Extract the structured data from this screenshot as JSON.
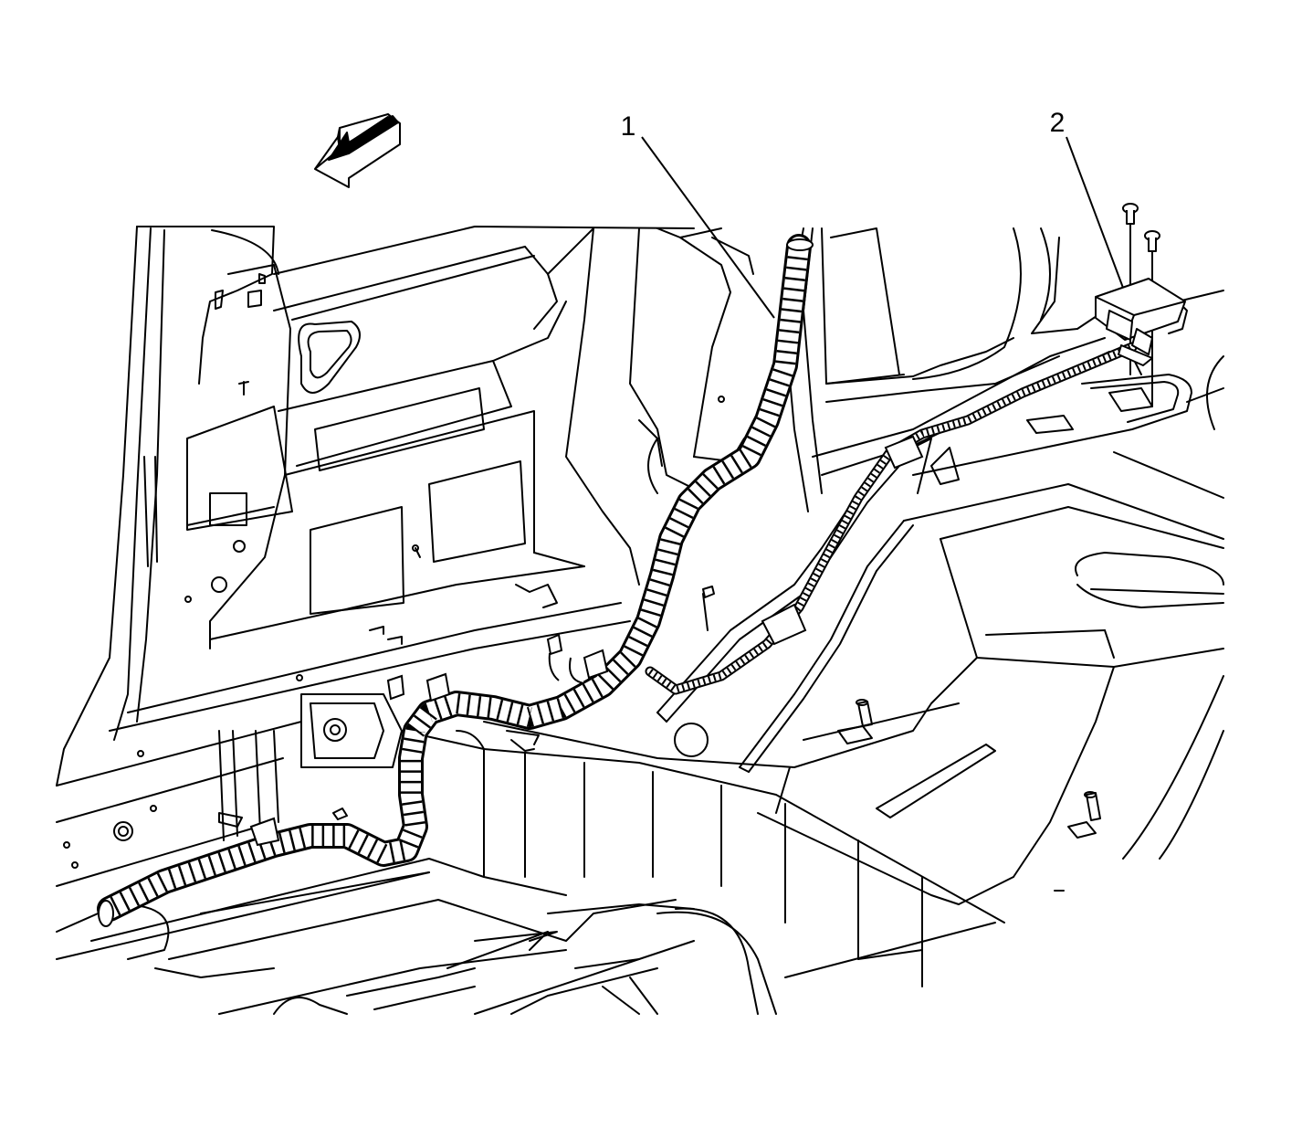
{
  "diagram": {
    "callouts": [
      {
        "id": "1",
        "label": "1"
      },
      {
        "id": "2",
        "label": "2"
      }
    ],
    "colors": {
      "ink": "#000000",
      "paper": "#ffffff"
    },
    "icons": {
      "direction_arrow": "front-direction-arrow-icon"
    }
  }
}
